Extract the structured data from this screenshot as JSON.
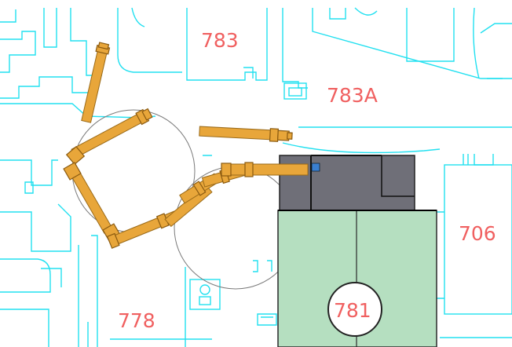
{
  "rooms": [
    {
      "id": "783",
      "label": "783"
    },
    {
      "id": "783A",
      "label": "783A"
    },
    {
      "id": "706",
      "label": "706"
    },
    {
      "id": "778",
      "label": "778"
    },
    {
      "id": "781",
      "label": "781"
    }
  ],
  "colors": {
    "walls": "#22e0f0",
    "room_label": "#f06060",
    "arm": "#e8a63a",
    "grey_block": "#6f6f78",
    "green_block": "#b5dfc0",
    "accent": "#3a7fd0"
  }
}
